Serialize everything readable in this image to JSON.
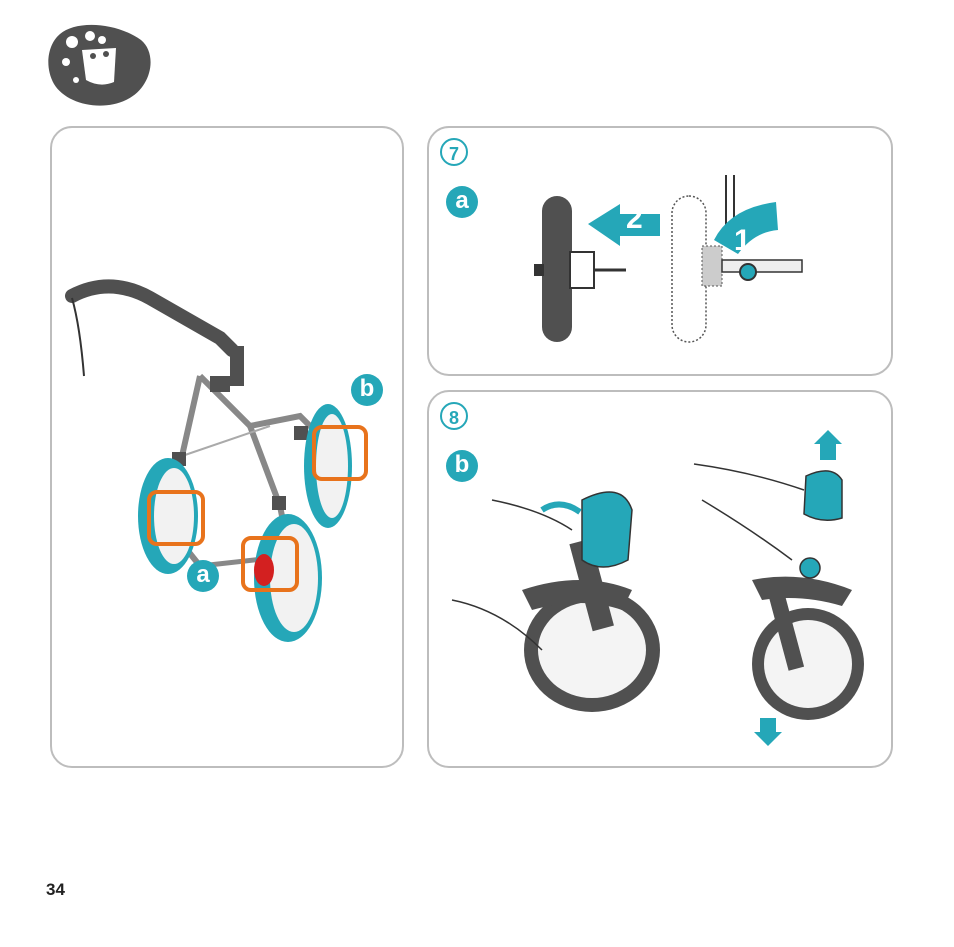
{
  "colors": {
    "accent": "#25a7b8",
    "highlight": "#e8731c",
    "dark": "#505050",
    "frame": "#bdbdbd"
  },
  "icons": {
    "header": "hand-tool-icon"
  },
  "left_panel": {
    "label_b": "b",
    "label_a": "a"
  },
  "step7": {
    "number": "7",
    "label": "a",
    "arrow2": "2",
    "arrow1": "1"
  },
  "step8": {
    "number": "8",
    "label": "b"
  },
  "page_number": "34"
}
